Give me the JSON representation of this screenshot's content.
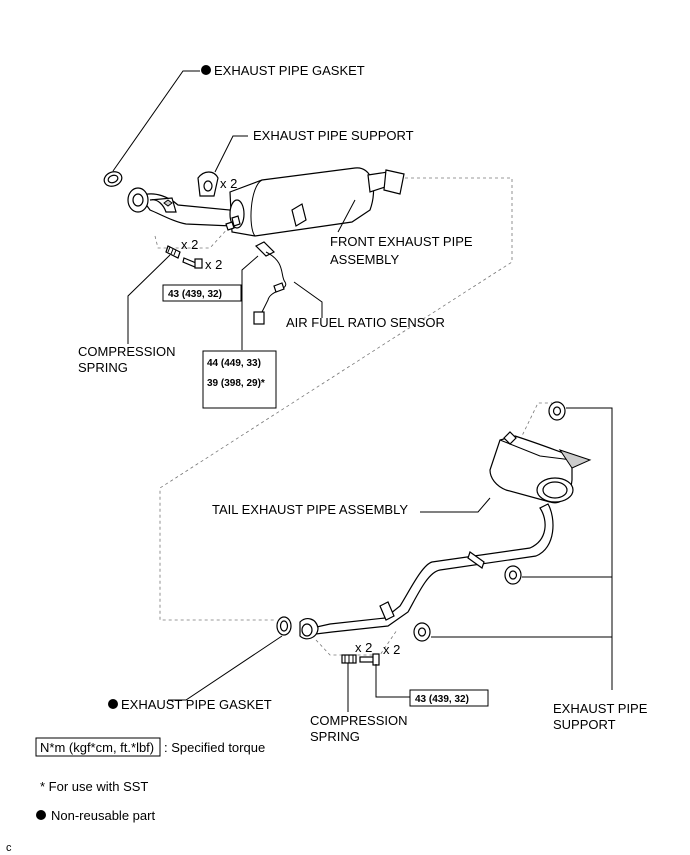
{
  "labels": {
    "gasket_top": "EXHAUST PIPE GASKET",
    "support_top": "EXHAUST PIPE SUPPORT",
    "front_pipe_1": "FRONT EXHAUST PIPE",
    "front_pipe_2": "ASSEMBLY",
    "af_sensor": "AIR FUEL RATIO SENSOR",
    "comp_spring_top_1": "COMPRESSION",
    "comp_spring_top_2": "SPRING",
    "tail_pipe": "TAIL EXHAUST PIPE ASSEMBLY",
    "gasket_bottom": "EXHAUST PIPE GASKET",
    "comp_spring_bottom_1": "COMPRESSION",
    "comp_spring_bottom_2": "SPRING",
    "support_bottom_1": "EXHAUST PIPE",
    "support_bottom_2": "SUPPORT"
  },
  "quantities": {
    "support_top": "x 2",
    "spring_top": "x 2",
    "bolt_top": "x 2",
    "spring_bottom": "x 2",
    "bolt_bottom": "x 2"
  },
  "torques": {
    "top_bolt": "43 (439, 32)",
    "sensor_1": "44 (449, 33)",
    "sensor_2": "39 (398, 29)*",
    "bottom_bolt": "43 (439, 32)"
  },
  "legend": {
    "torque_box": "N*m (kgf*cm, ft.*lbf)",
    "torque_text": ": Specified torque",
    "sst_note": "* For use with SST",
    "non_reusable": "Non-reusable part"
  },
  "corner_code": "c"
}
